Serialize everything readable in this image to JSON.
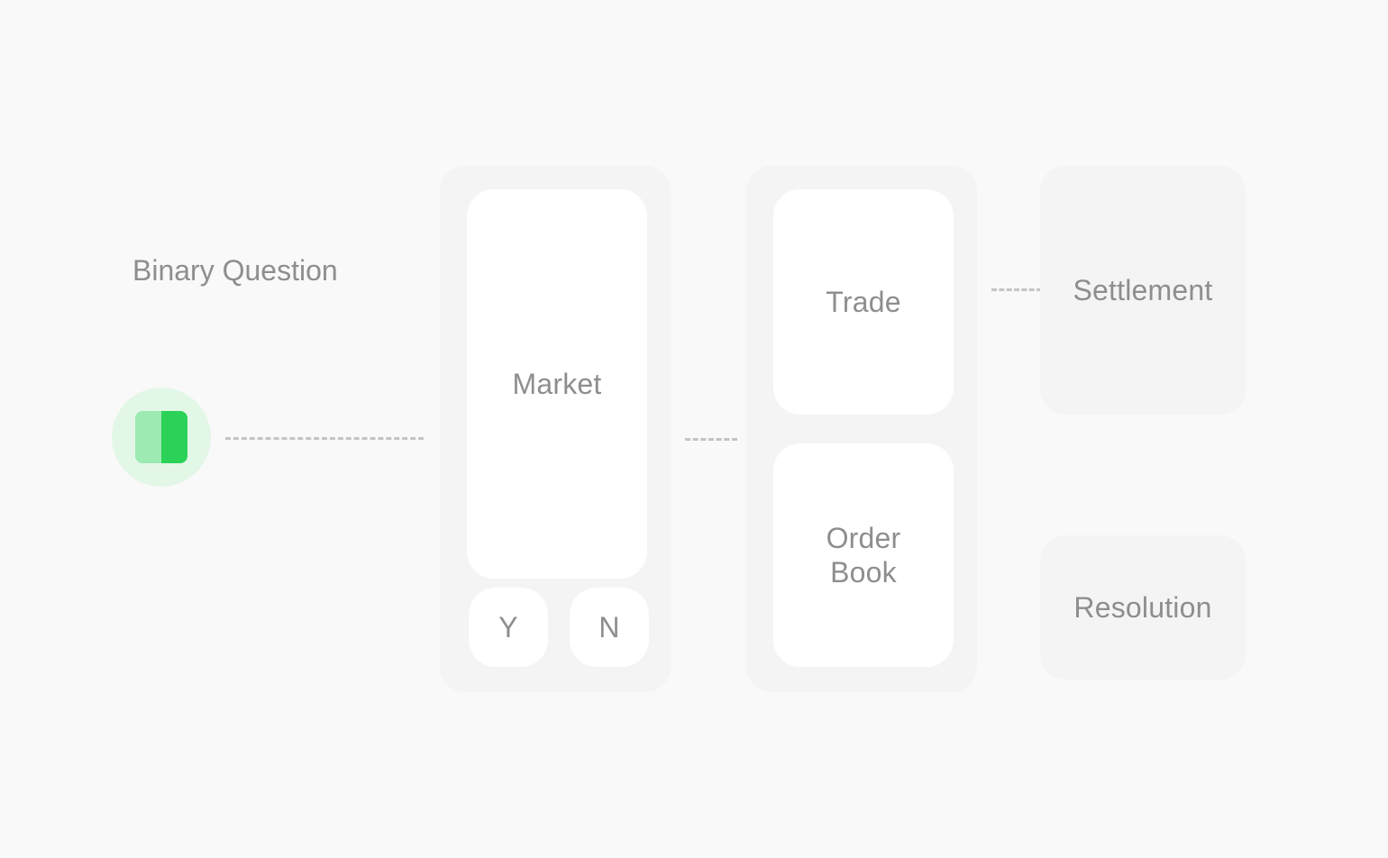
{
  "question": {
    "title": "Binary Question"
  },
  "market": {
    "label": "Market",
    "yes_label": "Y",
    "no_label": "N"
  },
  "exchange": {
    "trade_label": "Trade",
    "order_book_label": "Order\nBook"
  },
  "outcome": {
    "settlement_label": "Settlement",
    "resolution_label": "Resolution"
  },
  "colors": {
    "background": "#f9f9f9",
    "accent_light": "#9deab2",
    "accent": "#2bd257",
    "accent_bg": "#e3f7e7",
    "text": "#8e8e8e"
  },
  "icons": {
    "question_node": "binary-toggle-icon"
  }
}
